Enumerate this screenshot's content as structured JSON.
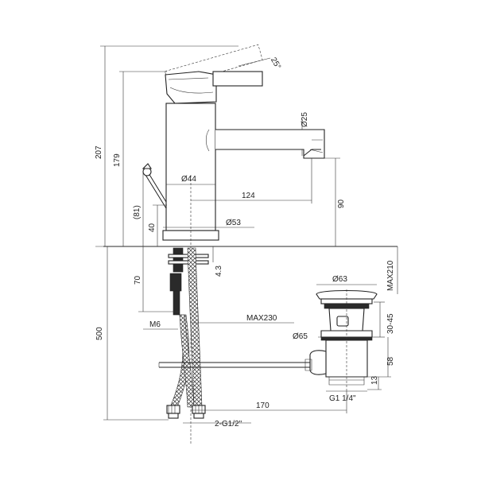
{
  "diagram": {
    "labels": {
      "angle": "25°",
      "d25": "Ø25",
      "d44": "Ø44",
      "d53": "Ø53",
      "d63": "Ø63",
      "d65": "Ø65",
      "h207": "207",
      "h179": "179",
      "h81": "(81)",
      "h40": "40",
      "h90": "90",
      "w124": "124",
      "h500": "500",
      "h70": "70",
      "h43": "4.3",
      "m6": "M6",
      "max230": "MAX230",
      "max210": "MAX210",
      "h3045": "30-45",
      "h58": "58",
      "h13": "13",
      "g114": "G1 1/4\"",
      "w170": "170",
      "g12": "2-G1/2\""
    }
  }
}
